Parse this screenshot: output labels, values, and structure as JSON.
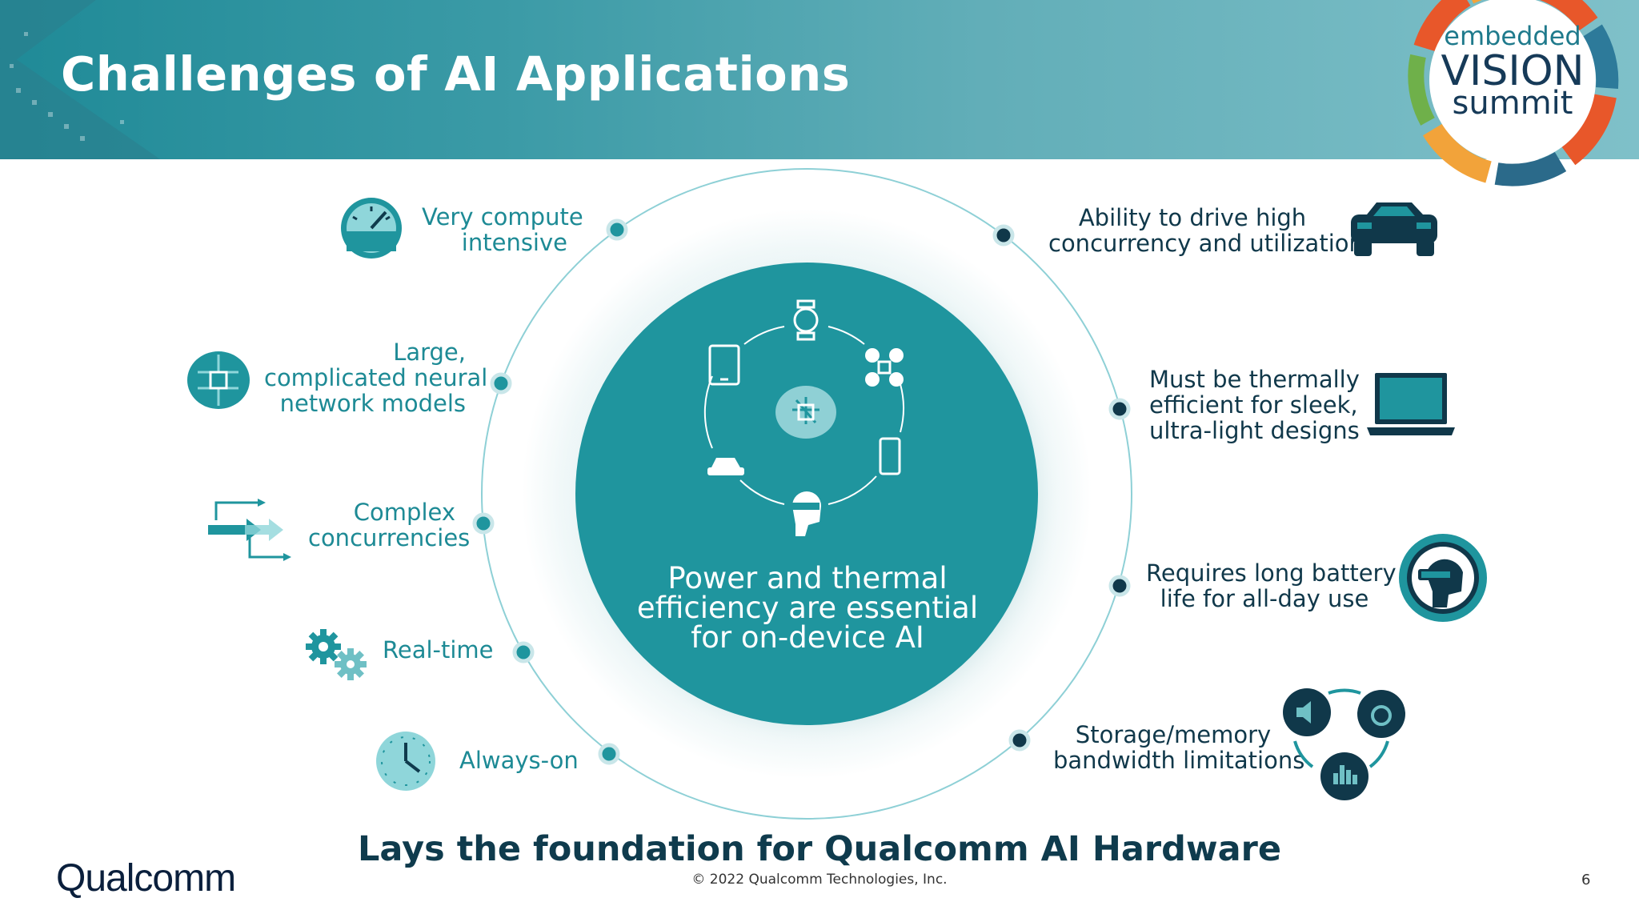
{
  "header": {
    "title": "Challenges of AI Applications"
  },
  "summit_logo": {
    "line1": "embedded",
    "line2": "VISION",
    "line3": "summit"
  },
  "left_items": [
    {
      "lines": [
        "Very compute",
        "intensive"
      ],
      "icon": "gauge-icon"
    },
    {
      "lines": [
        "Large,",
        "complicated neural",
        "network models"
      ],
      "icon": "brain-chip-icon"
    },
    {
      "lines": [
        "Complex",
        "concurrencies"
      ],
      "icon": "arrows-icon"
    },
    {
      "lines": [
        "Real-time"
      ],
      "icon": "gears-icon"
    },
    {
      "lines": [
        "Always-on"
      ],
      "icon": "clock-icon"
    }
  ],
  "right_items": [
    {
      "lines": [
        "Ability to drive high",
        "concurrency and utilization"
      ],
      "icon": "car-icon"
    },
    {
      "lines": [
        "Must be thermally",
        "efficient for sleek,",
        "ultra-light designs"
      ],
      "icon": "laptop-icon"
    },
    {
      "lines": [
        "Requires long battery",
        "life for all-day use"
      ],
      "icon": "vr-headset-icon"
    },
    {
      "lines": [
        "Storage/memory",
        "bandwidth limitations"
      ],
      "icon": "devices-cycle-icon"
    }
  ],
  "center": {
    "lines": [
      "Power and thermal",
      "efficiency are essential",
      "for on-device AI"
    ]
  },
  "footer": {
    "tagline": "Lays the foundation for Qualcomm AI Hardware",
    "copyright": "© 2022 Qualcomm Technologies, Inc.",
    "page_number": "6",
    "brand": "Qualcomm"
  },
  "colors": {
    "teal": "#1f959e",
    "dark_navy": "#10384a",
    "accent_text": "#1d8a95"
  }
}
